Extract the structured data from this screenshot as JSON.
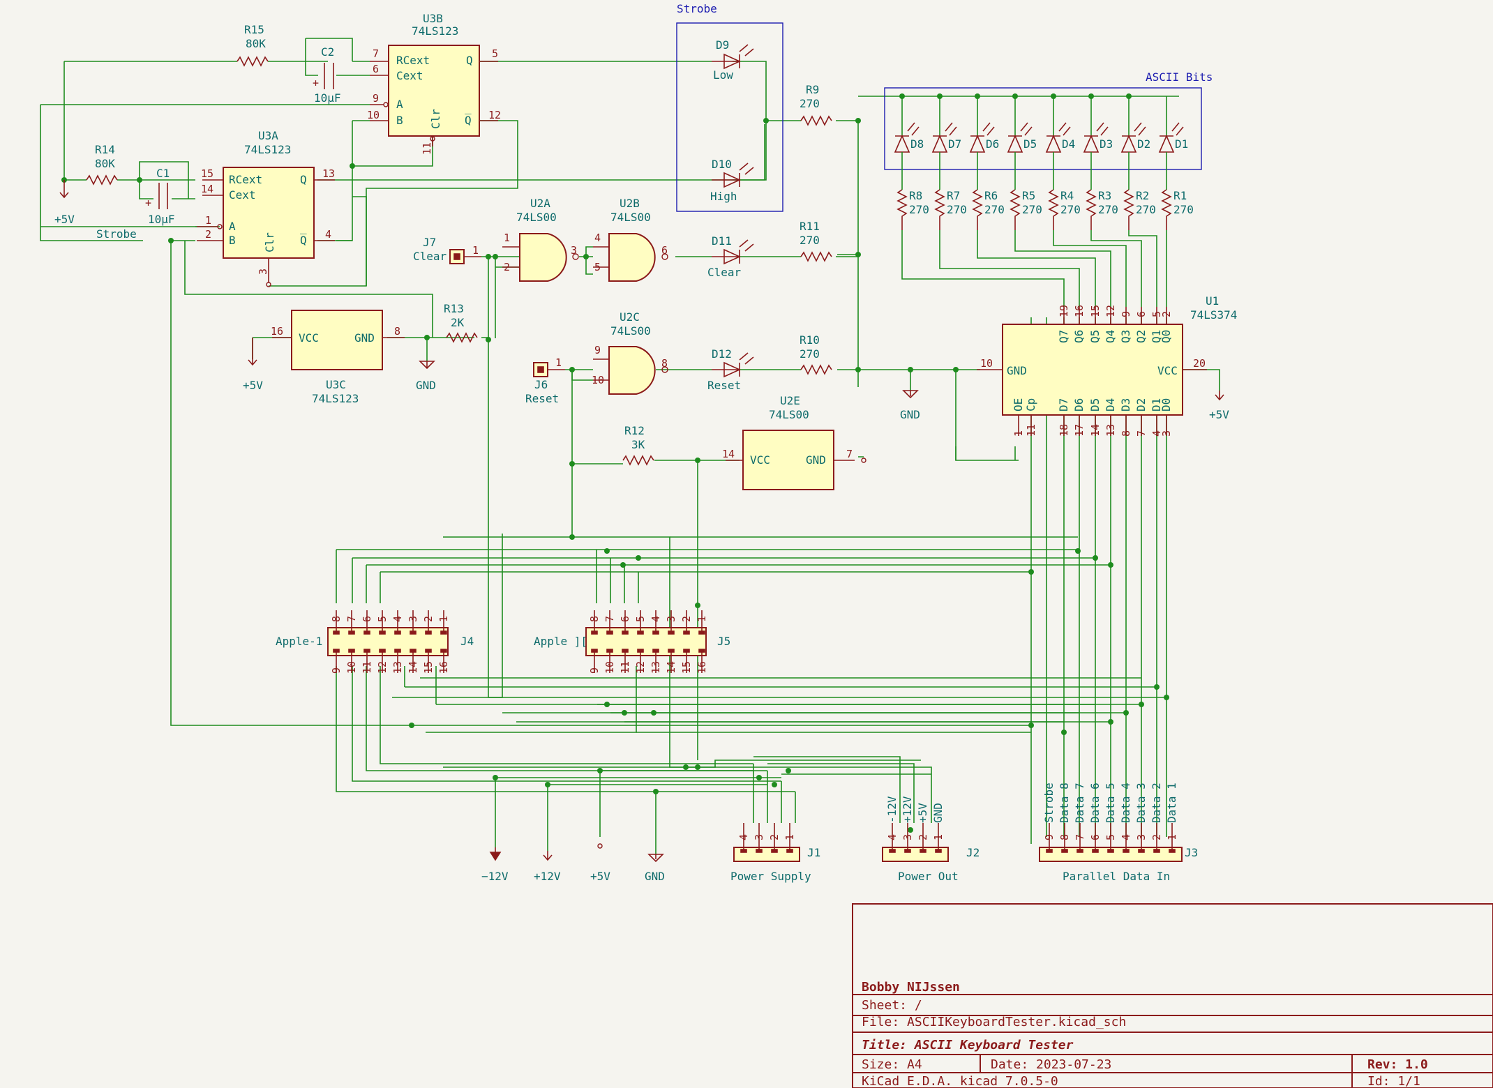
{
  "title_block": {
    "author": "Bobby NIJssen",
    "sheet": "Sheet: /",
    "file": "File: ASCIIKeyboardTester.kicad_sch",
    "title": "Title: ASCII Keyboard Tester",
    "size": "Size: A4",
    "date": "Date: 2023-07-23",
    "rev": "Rev: 1.0",
    "tool": "KiCad E.D.A.  kicad 7.0.5-0",
    "id": "Id: 1/1"
  },
  "groups": {
    "strobe": "Strobe",
    "ascii_bits": "ASCII Bits"
  },
  "components": {
    "u3b": {
      "ref": "U3B",
      "value": "74LS123",
      "rcext": "RCext",
      "cext": "Cext",
      "a": "A",
      "b": "B",
      "q": "Q",
      "qbar": "Q̅",
      "clr": "Clr",
      "pins": [
        "7",
        "6",
        "9",
        "10",
        "5",
        "12",
        "11"
      ]
    },
    "u3a": {
      "ref": "U3A",
      "value": "74LS123",
      "rcext": "RCext",
      "cext": "Cext",
      "a": "A",
      "b": "B",
      "q": "Q",
      "qbar": "Q̅",
      "clr": "Clr",
      "pins": [
        "15",
        "14",
        "1",
        "2",
        "13",
        "4",
        "3"
      ]
    },
    "u3c": {
      "ref": "U3C",
      "value": "74LS123",
      "vcc": "VCC",
      "gnd": "GND",
      "pins": [
        "16",
        "8"
      ]
    },
    "u2a": {
      "ref": "U2A",
      "value": "74LS00",
      "pins": [
        "1",
        "2",
        "3"
      ]
    },
    "u2b": {
      "ref": "U2B",
      "value": "74LS00",
      "pins": [
        "4",
        "5",
        "6"
      ]
    },
    "u2c": {
      "ref": "U2C",
      "value": "74LS00",
      "pins": [
        "9",
        "10",
        "8"
      ]
    },
    "u2e": {
      "ref": "U2E",
      "value": "74LS00",
      "vcc": "VCC",
      "gnd": "GND",
      "pins": [
        "14",
        "7"
      ]
    },
    "u1": {
      "ref": "U1",
      "value": "74LS374",
      "gnd": "GND",
      "vcc": "VCC",
      "oe": "OE",
      "cp": "Cp",
      "top_pins": [
        "19",
        "16",
        "15",
        "12",
        "9",
        "6",
        "5",
        "2"
      ],
      "top_names": [
        "Q7",
        "Q6",
        "Q5",
        "Q4",
        "Q3",
        "Q2",
        "Q1",
        "Q0"
      ],
      "bot_pins": [
        "1",
        "11",
        "18",
        "17",
        "14",
        "13",
        "8",
        "7",
        "4",
        "3"
      ],
      "bot_names": [
        "D7",
        "D6",
        "D5",
        "D4",
        "D3",
        "D2",
        "D1",
        "D0"
      ],
      "side_pins": [
        "10",
        "20"
      ]
    },
    "r15": {
      "ref": "R15",
      "value": "80K"
    },
    "r14": {
      "ref": "R14",
      "value": "80K"
    },
    "r13": {
      "ref": "R13",
      "value": "2K"
    },
    "r12": {
      "ref": "R12",
      "value": "3K"
    },
    "r9": {
      "ref": "R9",
      "value": "270"
    },
    "r10": {
      "ref": "R10",
      "value": "270"
    },
    "r11": {
      "ref": "R11",
      "value": "270"
    },
    "c1": {
      "ref": "C1",
      "value": "10µF",
      "plus": "+"
    },
    "c2": {
      "ref": "C2",
      "value": "10µF",
      "plus": "+"
    },
    "d9": {
      "ref": "D9",
      "label": "Low"
    },
    "d10": {
      "ref": "D10",
      "label": "High"
    },
    "d11": {
      "ref": "D11",
      "label": "Clear"
    },
    "d12": {
      "ref": "D12",
      "label": "Reset"
    },
    "leds": [
      "D8",
      "D7",
      "D6",
      "D5",
      "D4",
      "D3",
      "D2",
      "D1"
    ],
    "led_resistors": [
      [
        "R8",
        "270"
      ],
      [
        "R7",
        "270"
      ],
      [
        "R6",
        "270"
      ],
      [
        "R5",
        "270"
      ],
      [
        "R4",
        "270"
      ],
      [
        "R3",
        "270"
      ],
      [
        "R2",
        "270"
      ],
      [
        "R1",
        "270"
      ]
    ],
    "j7": {
      "ref": "J7",
      "label": "Clear",
      "pin": "1"
    },
    "j6": {
      "ref": "J6",
      "label": "Reset",
      "pin": "1"
    },
    "j4": {
      "ref": "J4",
      "label": "Apple-1",
      "top": [
        "8",
        "7",
        "6",
        "5",
        "4",
        "3",
        "2",
        "1"
      ],
      "bot": [
        "9",
        "10",
        "11",
        "12",
        "13",
        "14",
        "15",
        "16"
      ]
    },
    "j5": {
      "ref": "J5",
      "label": "Apple ][",
      "top": [
        "8",
        "7",
        "6",
        "5",
        "4",
        "3",
        "2",
        "1"
      ],
      "bot": [
        "9",
        "10",
        "11",
        "12",
        "13",
        "14",
        "15",
        "16"
      ]
    },
    "j1": {
      "ref": "J1",
      "label": "Power Supply",
      "pins": [
        "4",
        "3",
        "2",
        "1"
      ]
    },
    "j2": {
      "ref": "J2",
      "label": "Power Out",
      "pins": [
        "4",
        "3",
        "2",
        "1"
      ],
      "names": [
        "-12V",
        "+12V",
        "+5V",
        "GND"
      ]
    },
    "j3": {
      "ref": "J3",
      "label": "Parallel Data In",
      "pins": [
        "9",
        "8",
        "7",
        "6",
        "5",
        "4",
        "3",
        "2",
        "1"
      ],
      "names": [
        "Strobe",
        "Data 8",
        "Data 7",
        "Data 6",
        "Data 5",
        "Data 4",
        "Data 3",
        "Data 2",
        "Data 1"
      ]
    }
  },
  "power": {
    "p5v": "+5V",
    "gnd": "GND",
    "m12v": "−12V",
    "p12v": "+12V"
  },
  "nets": {
    "strobe": "Strobe"
  }
}
